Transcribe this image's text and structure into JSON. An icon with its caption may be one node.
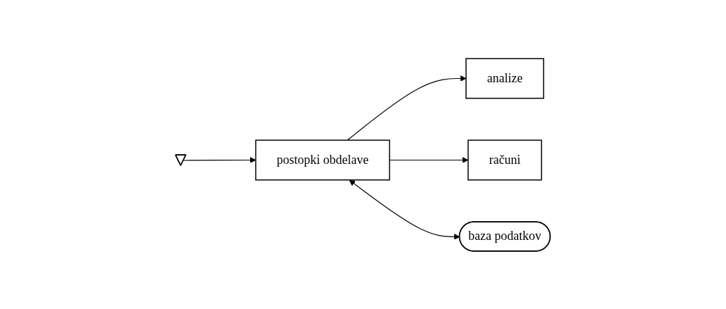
{
  "diagram": {
    "nodes": [
      {
        "text": [],
        "shape": "triangle"
      },
      {
        "text": [
          "postopki obdelave"
        ]
      },
      {
        "text": [
          "analize"
        ]
      },
      {
        "text": [
          "računi"
        ]
      },
      {
        "text": [
          "baza podatkov"
        ]
      }
    ],
    "edges": [
      {
        "from": 0,
        "to": 1,
        "arrow": "to"
      },
      {
        "from": 1,
        "to": 2,
        "arrow": "to"
      },
      {
        "from": 1,
        "to": 3,
        "arrow": "to"
      },
      {
        "from": 1,
        "to": 4,
        "arrow": "both"
      }
    ]
  }
}
